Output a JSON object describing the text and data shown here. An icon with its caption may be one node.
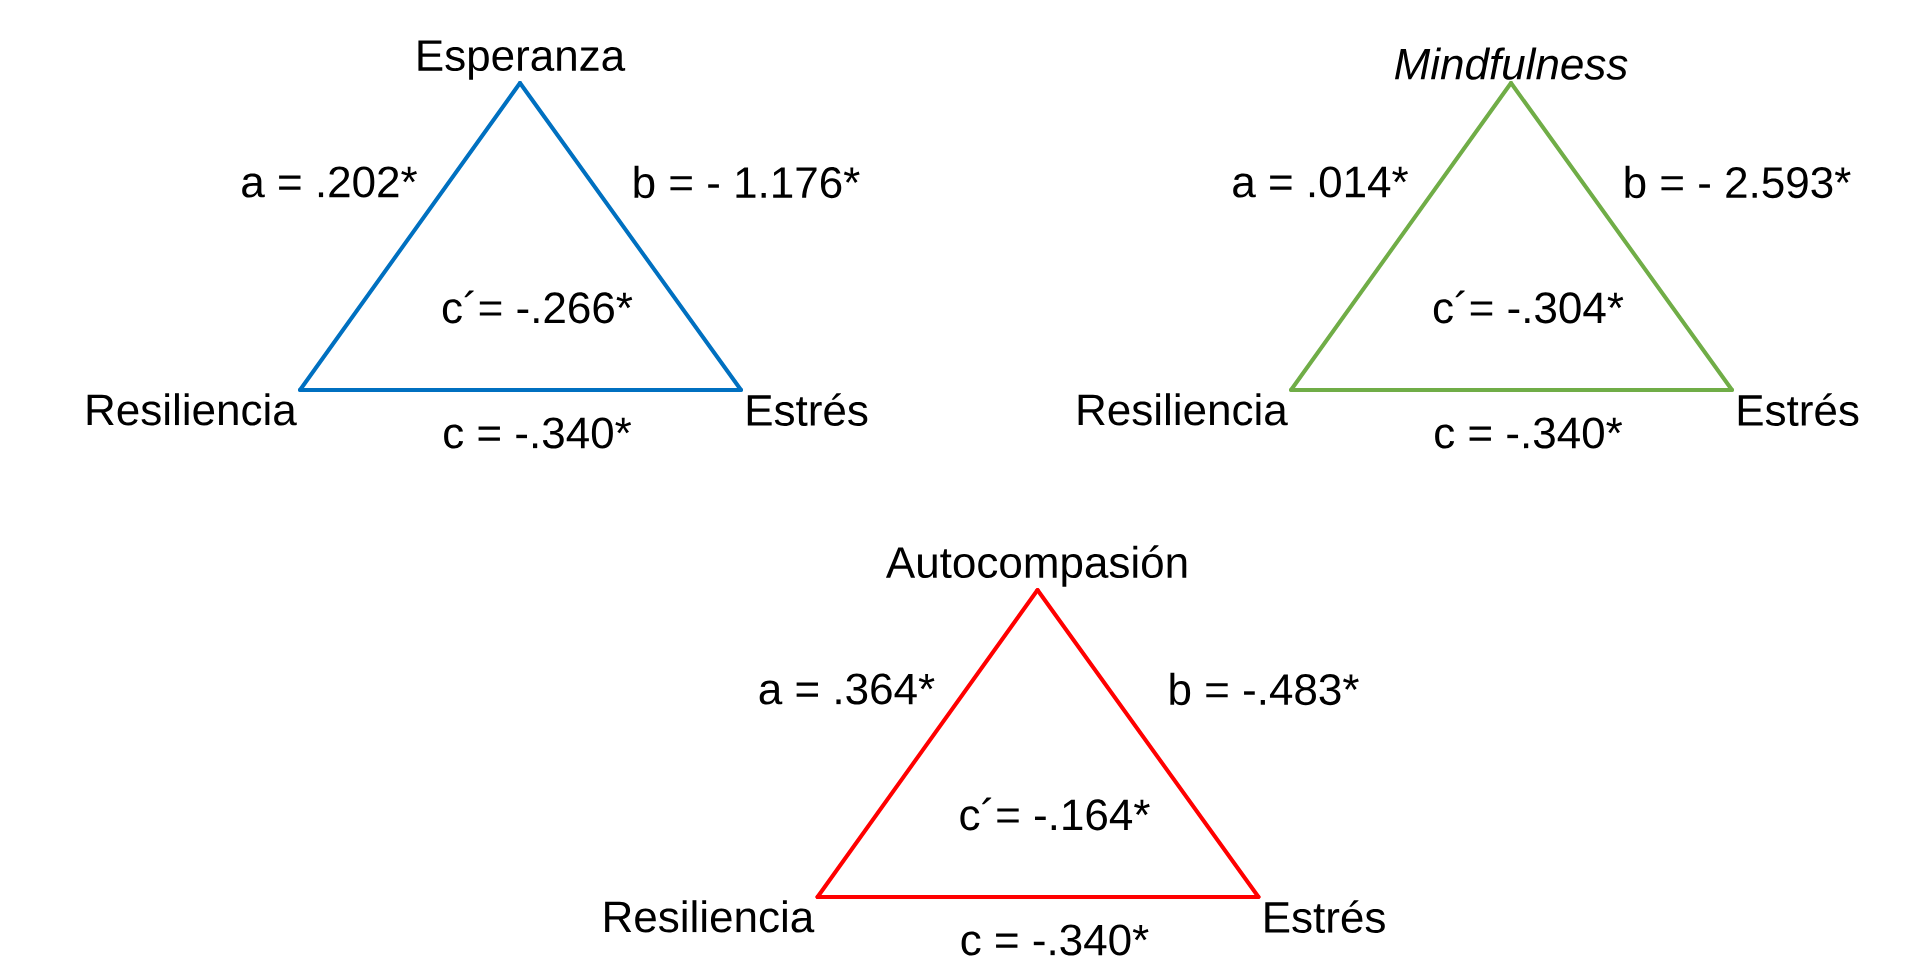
{
  "diagram": {
    "nodes": [
      {
        "text": [
          "Esperanza"
        ]
      },
      {
        "text": [
          "Resiliencia"
        ]
      },
      {
        "text": [
          "Estrés"
        ]
      },
      {
        "text": [
          "Mindfulness"
        ]
      },
      {
        "text": [
          "Resiliencia"
        ]
      },
      {
        "text": [
          "Estrés"
        ]
      },
      {
        "text": [
          "Autocompasión"
        ]
      },
      {
        "text": [
          "Resiliencia"
        ]
      },
      {
        "text": [
          "Estrés"
        ]
      }
    ],
    "edges": [
      {
        "from": 0,
        "to": 1,
        "arrow": "none",
        "label": "a = .202*",
        "color": "#0070c0"
      },
      {
        "from": 0,
        "to": 2,
        "arrow": "none",
        "label": "b = - 1.176*",
        "color": "#0070c0"
      },
      {
        "from": 1,
        "to": 2,
        "arrow": "none",
        "label": "c = -.340*",
        "color": "#0070c0"
      },
      {
        "from": 3,
        "to": 4,
        "arrow": "none",
        "label": "a = .014*",
        "color": "#70ad47"
      },
      {
        "from": 3,
        "to": 5,
        "arrow": "none",
        "label": "b = - 2.593*",
        "color": "#70ad47"
      },
      {
        "from": 4,
        "to": 5,
        "arrow": "none",
        "label": "c = -.340*",
        "color": "#70ad47"
      },
      {
        "from": 6,
        "to": 7,
        "arrow": "none",
        "label": "a = .364*",
        "color": "#ff0000"
      },
      {
        "from": 6,
        "to": 8,
        "arrow": "none",
        "label": "b = -.483*",
        "color": "#ff0000"
      },
      {
        "from": 7,
        "to": 8,
        "arrow": "none",
        "label": "c = -.340*",
        "color": "#ff0000"
      }
    ],
    "labels": [
      "c´= -.266*",
      "c´= -.304*",
      "c´= -.164*"
    ]
  }
}
